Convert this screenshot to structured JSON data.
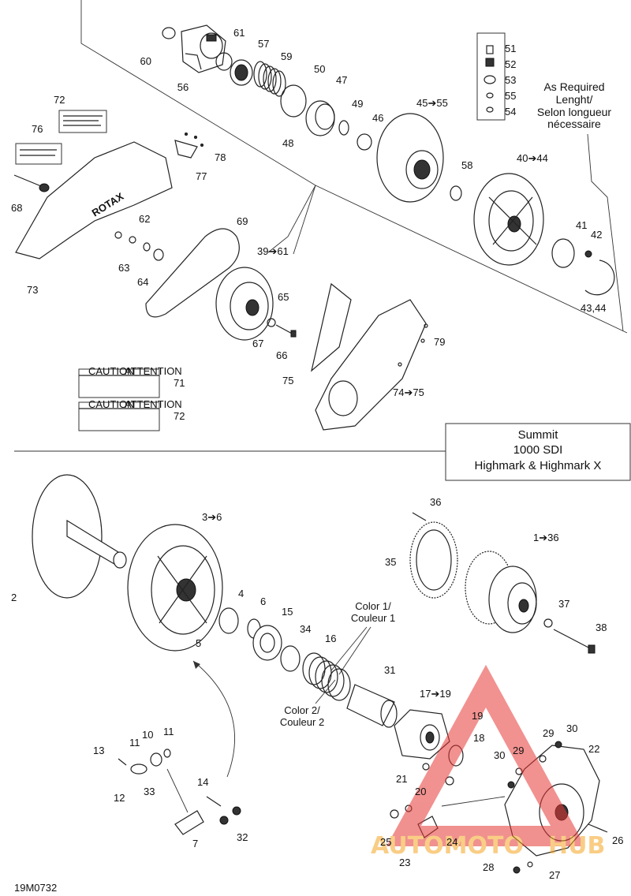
{
  "diagram_code": "19M0732",
  "model_box": {
    "line1": "Summit",
    "line2": "1000 SDI",
    "line3": "Highmark & Highmark X"
  },
  "note": {
    "line1": "As Required",
    "line2": "Lenght/",
    "line3": "Selon longueur",
    "line4": "nécessaire"
  },
  "color_labels": {
    "c1a": "Color 1/",
    "c1b": "Couleur 1",
    "c2a": "Color 2/",
    "c2b": "Couleur 2"
  },
  "decal_text": {
    "caution": "CAUTION",
    "attention": "ATTENTION",
    "rotax": "ROTAX"
  },
  "watermark": {
    "left": "AUTOMOTO",
    "right": "HUB",
    "color": "#e53935"
  },
  "callouts": [
    {
      "id": "c60",
      "text": "60"
    },
    {
      "id": "c61",
      "text": "61"
    },
    {
      "id": "c57",
      "text": "57"
    },
    {
      "id": "c59",
      "text": "59"
    },
    {
      "id": "c56",
      "text": "56"
    },
    {
      "id": "c50",
      "text": "50"
    },
    {
      "id": "c47",
      "text": "47"
    },
    {
      "id": "c49",
      "text": "49"
    },
    {
      "id": "c46",
      "text": "46"
    },
    {
      "id": "c48",
      "text": "48"
    },
    {
      "id": "c4555",
      "text": "45➔55"
    },
    {
      "id": "c51",
      "text": "51"
    },
    {
      "id": "c52",
      "text": "52"
    },
    {
      "id": "c53",
      "text": "53"
    },
    {
      "id": "c55",
      "text": "55"
    },
    {
      "id": "c54",
      "text": "54"
    },
    {
      "id": "c72a",
      "text": "72"
    },
    {
      "id": "c76",
      "text": "76"
    },
    {
      "id": "c78",
      "text": "78"
    },
    {
      "id": "c77",
      "text": "77"
    },
    {
      "id": "c4044",
      "text": "40➔44"
    },
    {
      "id": "c58",
      "text": "58"
    },
    {
      "id": "c68",
      "text": "68"
    },
    {
      "id": "c62",
      "text": "62"
    },
    {
      "id": "c69",
      "text": "69"
    },
    {
      "id": "c3961",
      "text": "39➔61"
    },
    {
      "id": "c41",
      "text": "41"
    },
    {
      "id": "c42",
      "text": "42"
    },
    {
      "id": "c63",
      "text": "63"
    },
    {
      "id": "c64",
      "text": "64"
    },
    {
      "id": "c73",
      "text": "73"
    },
    {
      "id": "c65",
      "text": "65"
    },
    {
      "id": "c4344",
      "text": "43,44"
    },
    {
      "id": "c67",
      "text": "67"
    },
    {
      "id": "c66",
      "text": "66"
    },
    {
      "id": "c79",
      "text": "79"
    },
    {
      "id": "c75",
      "text": "75"
    },
    {
      "id": "c7475",
      "text": "74➔75"
    },
    {
      "id": "c71",
      "text": "71"
    },
    {
      "id": "c72b",
      "text": "72"
    },
    {
      "id": "c36a",
      "text": "36"
    },
    {
      "id": "c36",
      "text": "3➔6"
    },
    {
      "id": "c2",
      "text": "2"
    },
    {
      "id": "c35",
      "text": "35"
    },
    {
      "id": "c136",
      "text": "1➔36"
    },
    {
      "id": "c4",
      "text": "4"
    },
    {
      "id": "c6",
      "text": "6"
    },
    {
      "id": "c15",
      "text": "15"
    },
    {
      "id": "c37",
      "text": "37"
    },
    {
      "id": "c38",
      "text": "38"
    },
    {
      "id": "c5",
      "text": "5"
    },
    {
      "id": "c34",
      "text": "34"
    },
    {
      "id": "c16",
      "text": "16"
    },
    {
      "id": "c31",
      "text": "31"
    },
    {
      "id": "c1719",
      "text": "17➔19"
    },
    {
      "id": "c19",
      "text": "19"
    },
    {
      "id": "c30a",
      "text": "30"
    },
    {
      "id": "c29a",
      "text": "29"
    },
    {
      "id": "c22",
      "text": "22"
    },
    {
      "id": "c18",
      "text": "18"
    },
    {
      "id": "c29b",
      "text": "29"
    },
    {
      "id": "c30b",
      "text": "30"
    },
    {
      "id": "c13",
      "text": "13"
    },
    {
      "id": "c11a",
      "text": "11"
    },
    {
      "id": "c10",
      "text": "10"
    },
    {
      "id": "c11b",
      "text": "11"
    },
    {
      "id": "c21",
      "text": "21"
    },
    {
      "id": "c20",
      "text": "20"
    },
    {
      "id": "c12",
      "text": "12"
    },
    {
      "id": "c33",
      "text": "33"
    },
    {
      "id": "c14",
      "text": "14"
    },
    {
      "id": "c26",
      "text": "26"
    },
    {
      "id": "c25",
      "text": "25"
    },
    {
      "id": "c24",
      "text": "24"
    },
    {
      "id": "c32",
      "text": "32"
    },
    {
      "id": "c7",
      "text": "7"
    },
    {
      "id": "c23",
      "text": "23"
    },
    {
      "id": "c28",
      "text": "28"
    },
    {
      "id": "c27",
      "text": "27"
    }
  ]
}
